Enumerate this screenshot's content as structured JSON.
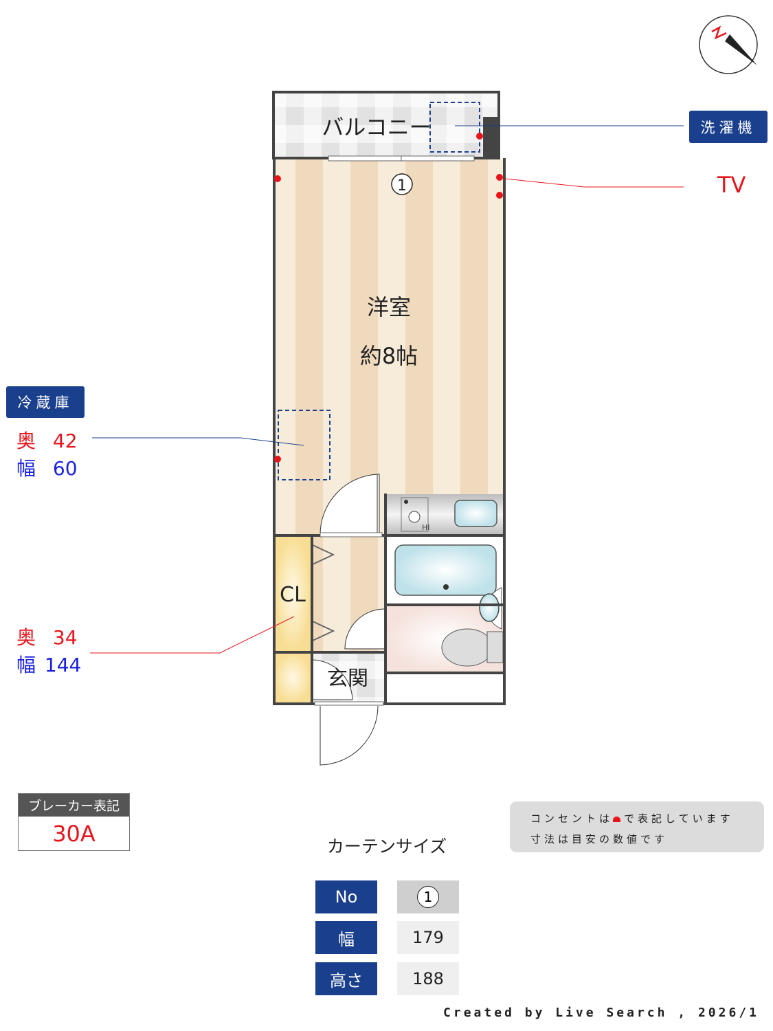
{
  "plan": {
    "balcony": "バルコニー",
    "room_name": "洋室",
    "room_size": "約8帖",
    "closet": "CL",
    "entrance": "玄関",
    "window_no": "1",
    "stove_label": "HI"
  },
  "labels": {
    "washer": "洗濯機",
    "tv": "TV",
    "fridge": "冷蔵庫",
    "fridge_depth_label": "奥",
    "fridge_depth": "42",
    "fridge_width_label": "幅",
    "fridge_width": "60",
    "closet_depth_label": "奥",
    "closet_depth": "34",
    "closet_width_label": "幅",
    "closet_width": "144"
  },
  "breaker": {
    "title": "ブレーカー表記",
    "value": "30A"
  },
  "notes": {
    "line1_a": "コンセントは",
    "line1_b": "で表記しています",
    "line2": "寸法は目安の数値です"
  },
  "curtain": {
    "title": "カーテンサイズ",
    "rows": [
      {
        "label": "No",
        "value": "1"
      },
      {
        "label": "幅",
        "value": "179"
      },
      {
        "label": "高さ",
        "value": "188"
      }
    ]
  },
  "footer": "Created by Live Search , 2026/1",
  "colors": {
    "navy": "#1a3f8c",
    "outlet": "#e8141c",
    "wall": "#444444"
  }
}
